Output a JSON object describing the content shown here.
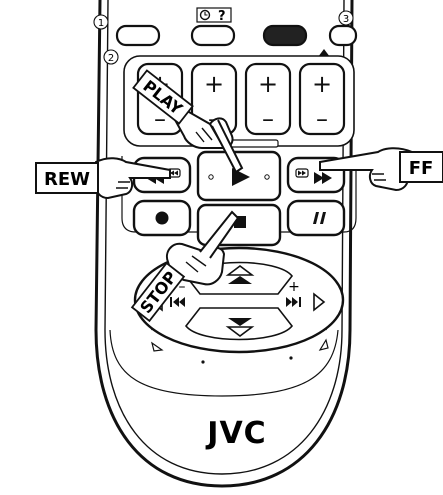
{
  "callouts": {
    "play": "PLAY",
    "stop": "STOP",
    "rew": "REW",
    "ff": "FF"
  },
  "markers": {
    "one": "1",
    "two": "2",
    "three": "3"
  },
  "timer_button_label": "?",
  "brand": "JVC",
  "symbols": {
    "plus": "+",
    "minus": "–"
  },
  "icons": {
    "play": "play-icon",
    "stop": "stop-icon",
    "pause": "pause-icon",
    "record": "record-icon",
    "rewind": "rewind-icon",
    "fast_forward": "fast-forward-icon",
    "skip_back": "skip-back-icon",
    "skip_forward": "skip-forward-icon",
    "up": "up-arrow-icon",
    "down": "down-arrow-icon",
    "left": "left-arrow-icon",
    "right": "right-arrow-icon",
    "clock": "clock-icon",
    "pointing_hand": "pointing-hand-icon"
  }
}
